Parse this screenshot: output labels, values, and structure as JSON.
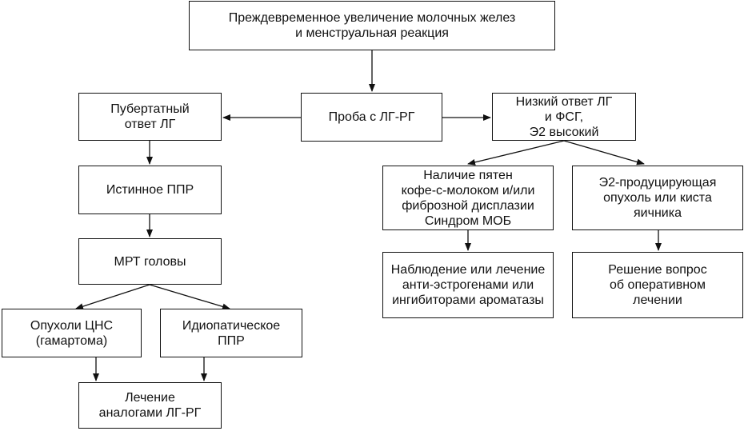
{
  "nodes": {
    "root": "Преждевременное увеличение молочных желез\nи менструальная реакция",
    "test": "Проба с ЛГ-РГ",
    "pubertal": "Пубертатный\nответ ЛГ",
    "low": "Низкий ответ ЛГ\nи ФСГ,\nЭ2 высокий",
    "true_ppr": "Истинное ППР",
    "mri": "МРТ головы",
    "cns": "Опухоли ЦНС\n(гамартома)",
    "idiopathic": "Идиопатическое\nППР",
    "treatment": "Лечение\nаналогами ЛГ-РГ",
    "spots": "Наличие пятен\nкофе-с-молоком и/или\nфиброзной дисплазии\nСиндром МОБ",
    "tumor": "Э2-продуцирующая\nопухоль или киста\nяичника",
    "observation": "Наблюдение или лечение\nанти-эстрогенами или\nингибиторами ароматазы",
    "surgery": "Решение вопрос\nоб оперативном\nлечении"
  }
}
